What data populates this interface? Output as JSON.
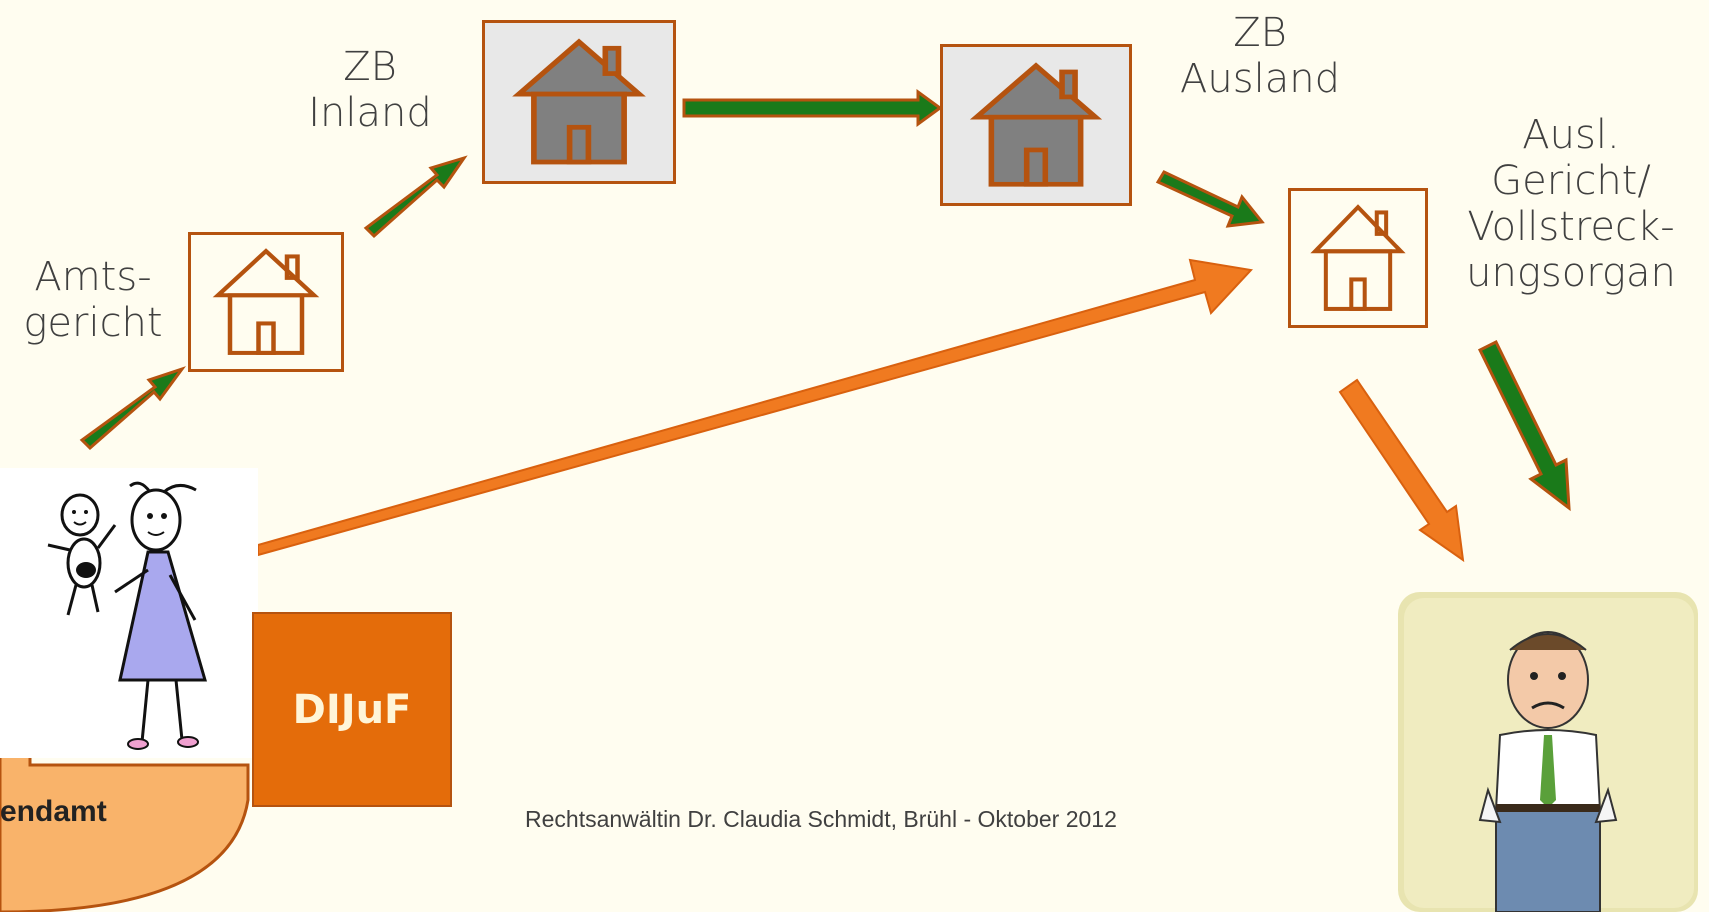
{
  "labels": {
    "zb_inland": [
      "ZB",
      "Inland"
    ],
    "zb_ausland": [
      "ZB",
      "Ausland"
    ],
    "amtsgericht": [
      "Amts-",
      "gericht"
    ],
    "ausl_gericht": [
      "Ausl.",
      "Gericht/",
      "Vollstreck-",
      "ungsorgan"
    ]
  },
  "dijuf_label": "DIJuF",
  "jugendamt_label": "endamt",
  "footer": "Rechtsanwältin Dr. Claudia Schmidt, Brühl - Oktober 2012",
  "colors": {
    "background": "#fffdf0",
    "box_border": "#b5530f",
    "green_arrow": "#1a7a1a",
    "orange_arrow": "#f07a20",
    "dijuf_fill": "#e46c0a",
    "jugendamt_fill": "#f9b36a",
    "house_gray": "#808080"
  }
}
